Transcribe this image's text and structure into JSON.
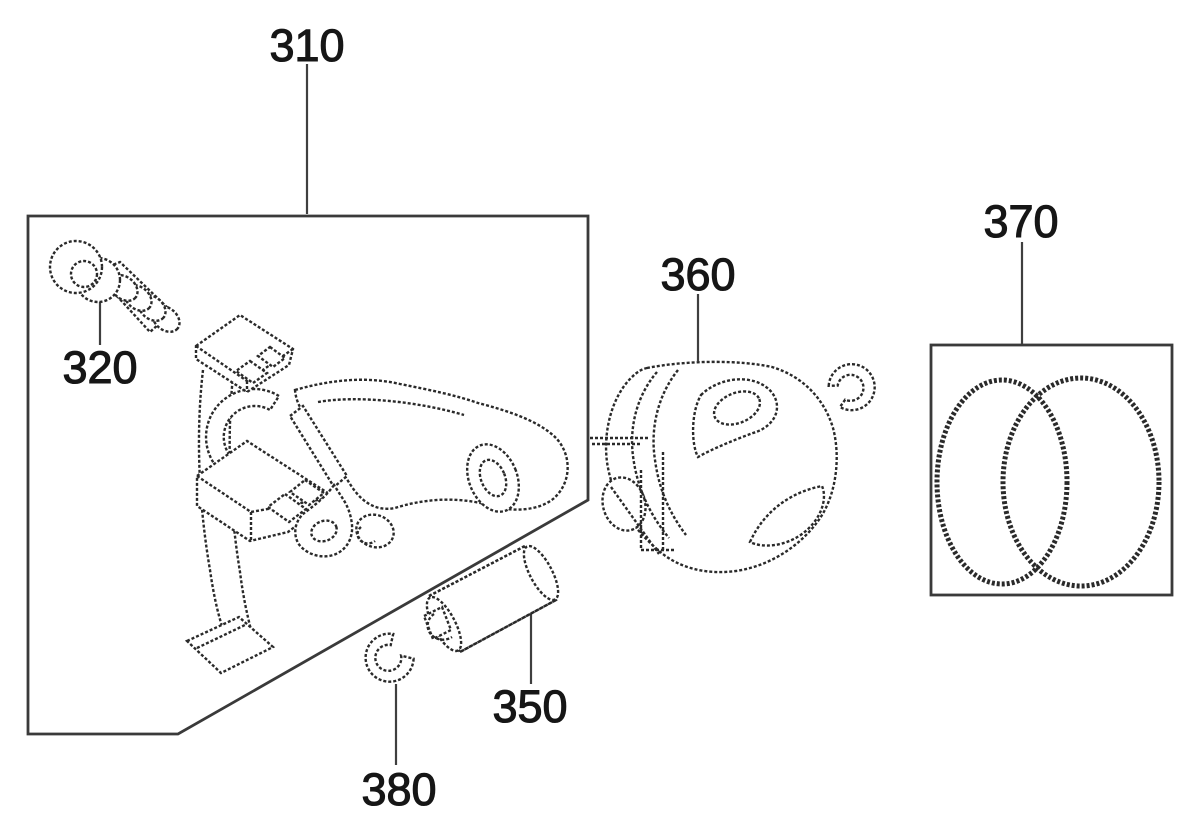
{
  "diagram": {
    "type": "exploded-parts-diagram",
    "background_color": "#ffffff",
    "line_color": "#3a3a3a",
    "part_labels": [
      "310",
      "320",
      "350",
      "360",
      "370",
      "380"
    ]
  }
}
